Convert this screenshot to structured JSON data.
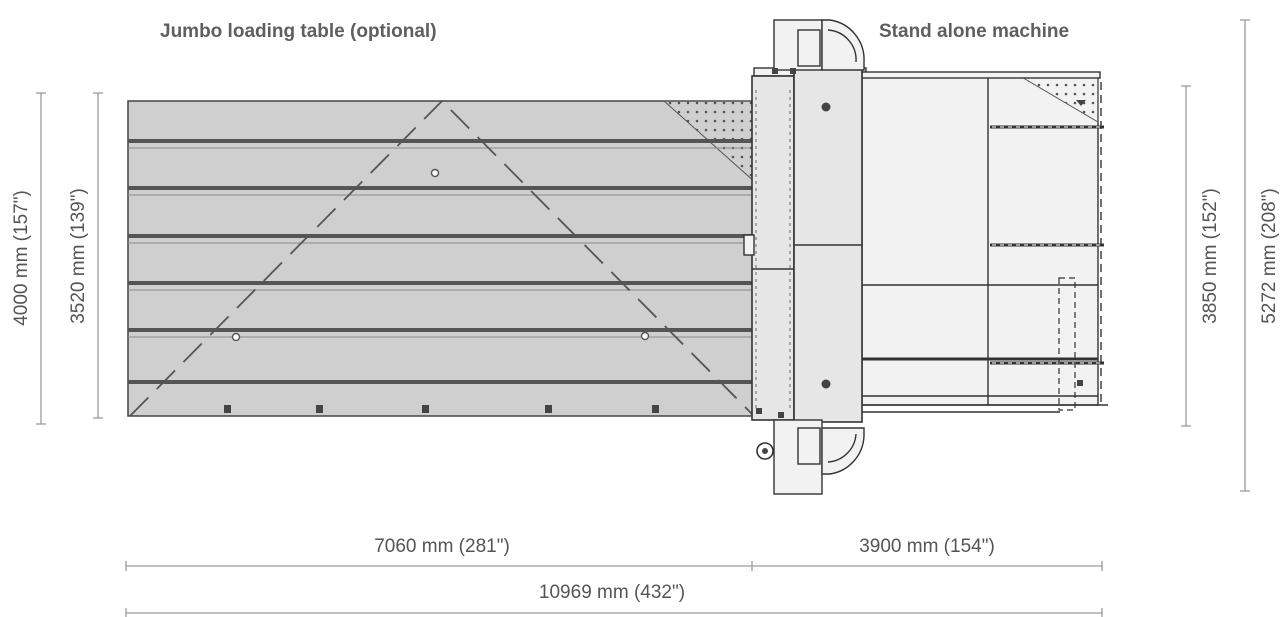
{
  "headings": {
    "loading_table": "Jumbo loading table (optional)",
    "machine": "Stand alone machine"
  },
  "dimensions": {
    "table_length": "7060 mm (281\")",
    "machine_length": "3900 mm (154\")",
    "total_length": "10969 mm (432\")",
    "overall_height_left": "4000 mm (157\")",
    "table_height": "3520 mm (139\")",
    "machine_height": "3850 mm (152\")",
    "overall_height_right": "5272 mm (208\")"
  }
}
